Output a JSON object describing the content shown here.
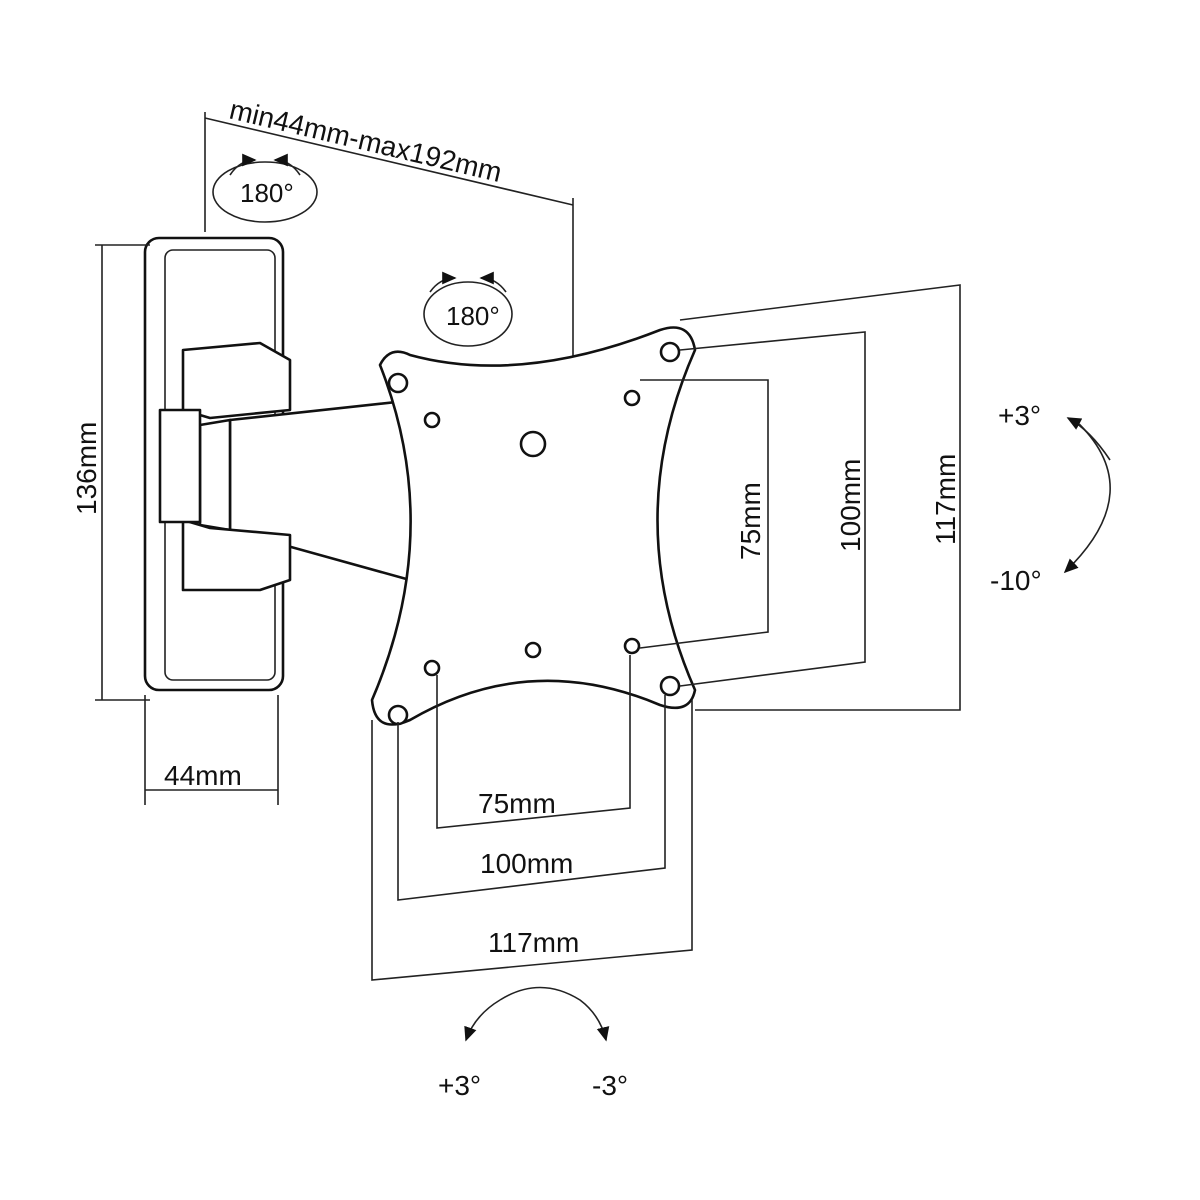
{
  "diagram": {
    "depth_range": "min44mm-max192mm",
    "swivel_wall": "180°",
    "swivel_plate": "180°",
    "wall_plate_height": "136mm",
    "wall_plate_width": "44mm",
    "vesa_vertical": [
      "75mm",
      "100mm",
      "117mm"
    ],
    "vesa_horizontal": [
      "75mm",
      "100mm",
      "117mm"
    ],
    "tilt_up": "+3°",
    "tilt_down": "-10°",
    "rotate_left": "+3°",
    "rotate_right": "-3°"
  }
}
